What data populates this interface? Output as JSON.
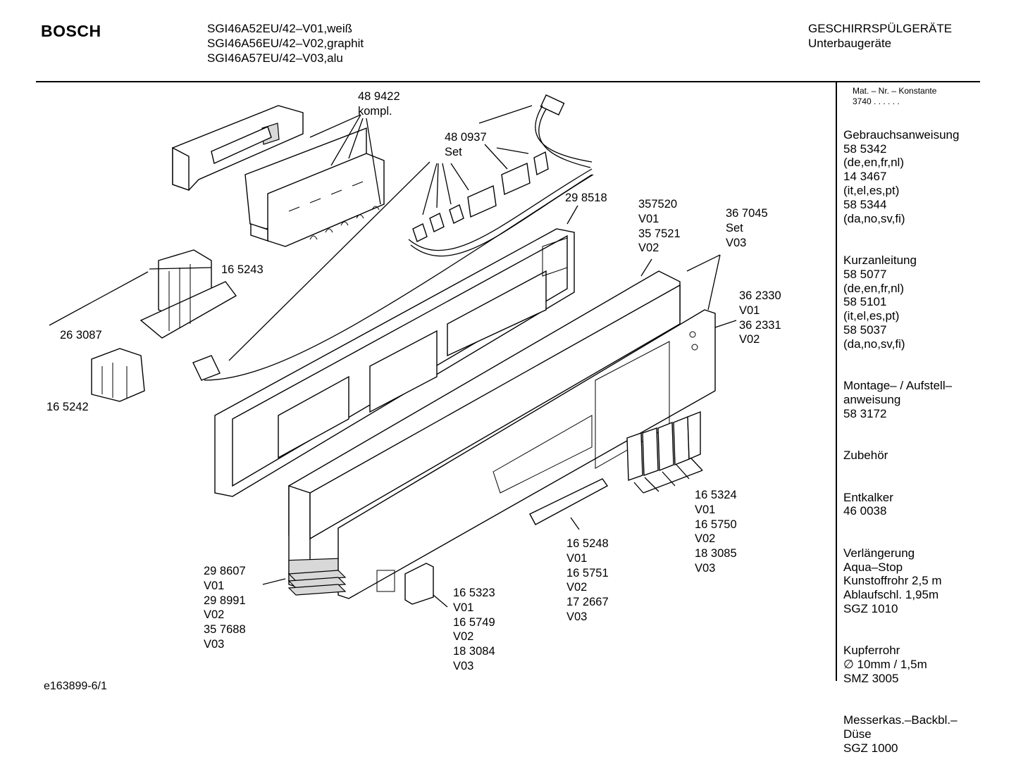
{
  "header": {
    "brand": "BOSCH",
    "models": "SGI46A52EU/42–V01,weiß\nSGI46A56EU/42–V02,graphit\nSGI46A57EU/42–V03,alu",
    "category": "GESCHIRRSPÜLGERÄTE\nUnterbaugeräte"
  },
  "sidebar": {
    "mat_nr": "Mat. – Nr. – Konstante\n      3740  .  .   .  .  .  .",
    "blocks": [
      "Gebrauchsanweisung\n58 5342\n(de,en,fr,nl)\n14 3467\n(it,el,es,pt)\n58 5344\n(da,no,sv,fi)",
      "Kurzanleitung\n58 5077\n(de,en,fr,nl)\n58 5101\n(it,el,es,pt)\n58 5037\n(da,no,sv,fi)",
      "Montage– / Aufstell–\nanweisung\n58 3172\n",
      "Zubehör",
      "Entkalker\n46 0038",
      "Verlängerung\nAqua–Stop\nKunstoffrohr 2,5 m\nAblaufschl. 1,95m\nSGZ 1010",
      "Kupferrohr\n∅ 10mm / 1,5m\nSMZ 3005",
      "Messerkas.–Backbl.–\nDüse\nSGZ 1000"
    ]
  },
  "parts": [
    "48 9422\nkompl.",
    "48 0937\nSet",
    "29 8518",
    "357520\nV01\n35 7521\nV02",
    "36 7045\nSet\nV03",
    "16 5243",
    "26 3087",
    "16 5242",
    "36 2330\nV01\n36 2331\nV02",
    "16 5324\nV01\n16 5750\nV02\n18 3085\nV03",
    "16 5248\nV01\n16 5751\nV02\n17 2667\nV03",
    "29 8607\nV01\n29 8991\nV02\n35 7688\nV03",
    "16 5323\nV01\n16 5749\nV02\n18 3084\nV03"
  ],
  "footer": "e163899-6/1"
}
